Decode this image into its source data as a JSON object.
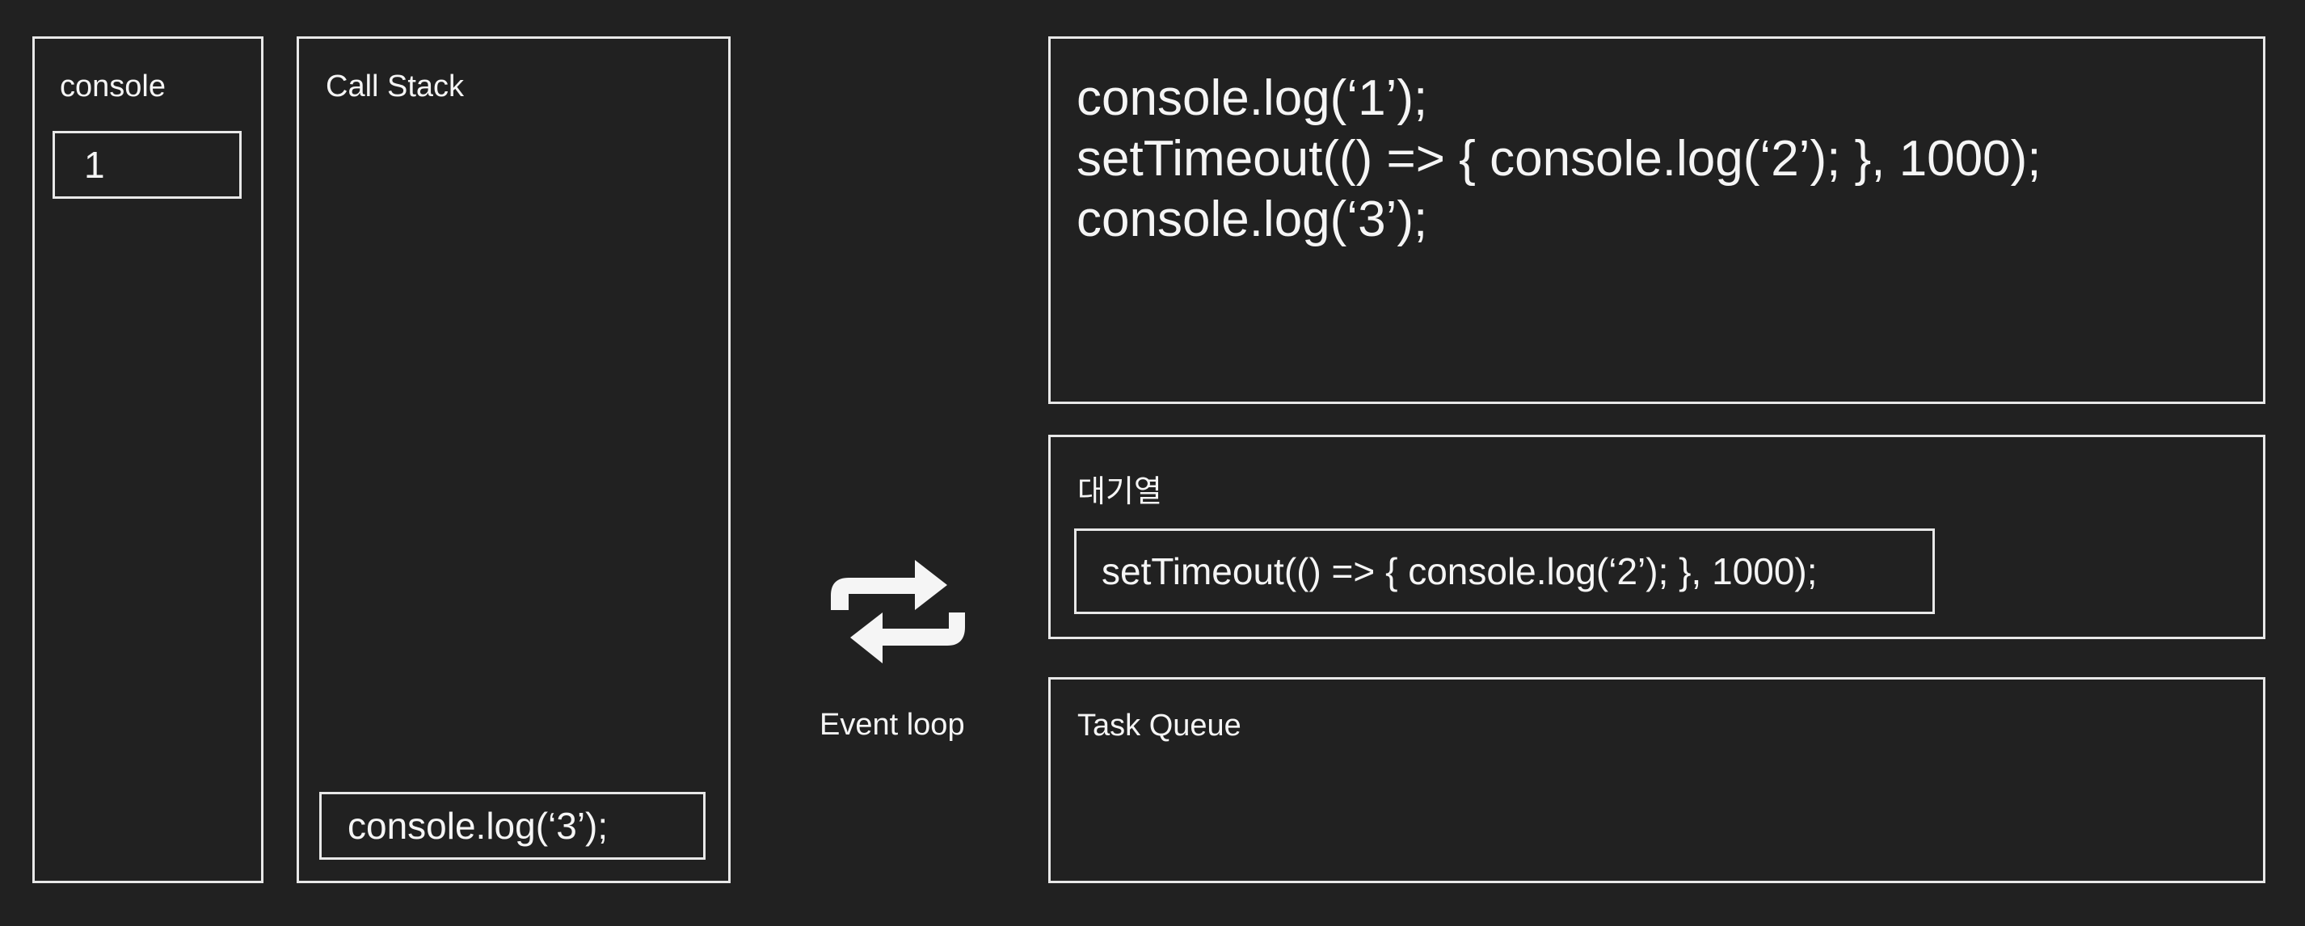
{
  "console": {
    "title": "console",
    "outputs": [
      "1"
    ]
  },
  "call_stack": {
    "title": "Call Stack",
    "frames": [
      "console.log(‘3’);"
    ]
  },
  "event_loop": {
    "label": "Event loop",
    "icon": "repeat-arrows-icon"
  },
  "source": {
    "lines": [
      "console.log(‘1’);",
      "setTimeout(() => { console.log(‘2’); }, 1000);",
      "console.log(‘3’);"
    ]
  },
  "waiting": {
    "title": "대기열",
    "items": [
      "setTimeout(() => { console.log(‘2’); }, 1000);"
    ]
  },
  "task_queue": {
    "title": "Task Queue"
  },
  "colors": {
    "background": "#212121",
    "stroke": "#e8e8e8"
  }
}
